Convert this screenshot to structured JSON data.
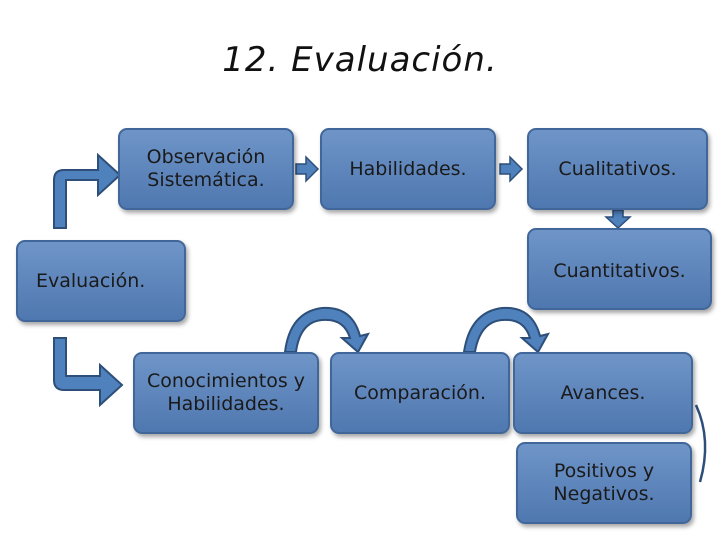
{
  "title": "12. Evaluación.",
  "boxes": {
    "observacion": "Observación Sistemática.",
    "habilidades": "Habilidades.",
    "cualitativos": "Cualitativos.",
    "evaluacion": "Evaluación.",
    "cuantitativos": "Cuantitativos.",
    "conocimientos": "Conocimientos y Habilidades.",
    "comparacion": "Comparación.",
    "avances": "Avances.",
    "positivos": "Positivos y Negativos."
  },
  "colors": {
    "box_fill": "#5b84bd",
    "box_border": "#41679a",
    "arrow_fill": "#4f81bd",
    "arrow_stroke": "#2e4f7a"
  }
}
